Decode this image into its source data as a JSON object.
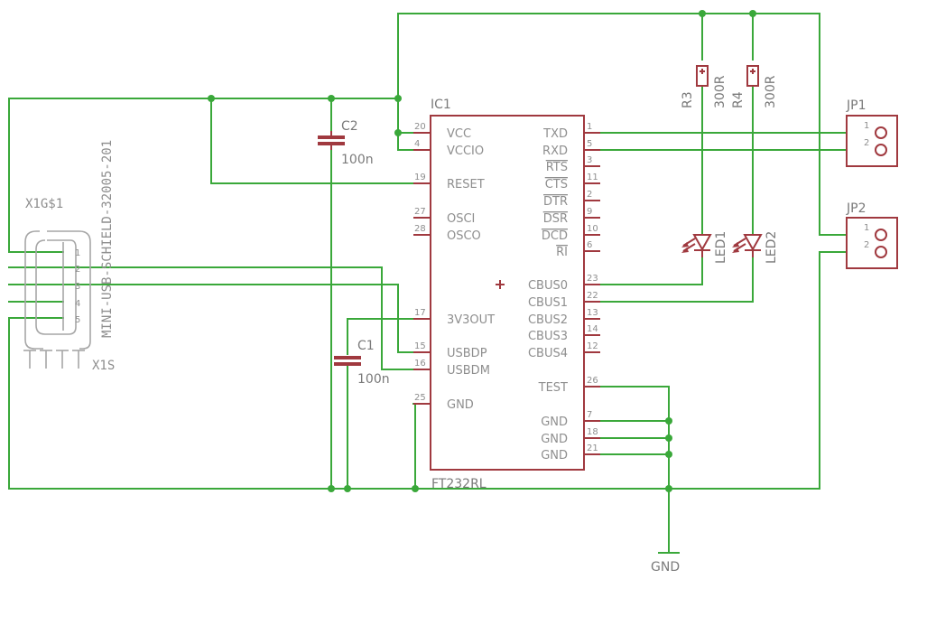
{
  "ic1": {
    "name": "IC1",
    "value": "FT232RL",
    "left_pins": [
      {
        "num": "20",
        "label": "VCC"
      },
      {
        "num": "4",
        "label": "VCCIO"
      },
      {
        "num": "19",
        "label": "RESET"
      },
      {
        "num": "27",
        "label": "OSCI"
      },
      {
        "num": "28",
        "label": "OSCO"
      },
      {
        "num": "17",
        "label": "3V3OUT"
      },
      {
        "num": "15",
        "label": "USBDP"
      },
      {
        "num": "16",
        "label": "USBDM"
      },
      {
        "num": "25",
        "label": "GND"
      }
    ],
    "right_pins": [
      {
        "num": "1",
        "label": "TXD"
      },
      {
        "num": "5",
        "label": "RXD"
      },
      {
        "num": "3",
        "label": "RTS"
      },
      {
        "num": "11",
        "label": "CTS"
      },
      {
        "num": "2",
        "label": "DTR"
      },
      {
        "num": "9",
        "label": "DSR"
      },
      {
        "num": "10",
        "label": "DCD"
      },
      {
        "num": "6",
        "label": "RI"
      },
      {
        "num": "23",
        "label": "CBUS0"
      },
      {
        "num": "22",
        "label": "CBUS1"
      },
      {
        "num": "13",
        "label": "CBUS2"
      },
      {
        "num": "14",
        "label": "CBUS3"
      },
      {
        "num": "12",
        "label": "CBUS4"
      },
      {
        "num": "26",
        "label": "TEST"
      },
      {
        "num": "7",
        "label": "GND"
      },
      {
        "num": "18",
        "label": "GND"
      },
      {
        "num": "21",
        "label": "GND"
      }
    ]
  },
  "c1": {
    "name": "C1",
    "value": "100n"
  },
  "c2": {
    "name": "C2",
    "value": "100n"
  },
  "r3": {
    "name": "R3",
    "value": "300R"
  },
  "r4": {
    "name": "R4",
    "value": "300R"
  },
  "led1": {
    "name": "LED1"
  },
  "led2": {
    "name": "LED2"
  },
  "jp1": {
    "name": "JP1",
    "pins": [
      "1",
      "2"
    ]
  },
  "jp2": {
    "name": "JP2",
    "pins": [
      "1",
      "2"
    ]
  },
  "usb": {
    "name": "X1G$1",
    "shield": "X1S",
    "value": "MINI-USB-SCHIELD-32005-201",
    "pins": [
      "1",
      "2",
      "3",
      "4",
      "5"
    ]
  },
  "gnd": {
    "label": "GND"
  },
  "colors": {
    "wire": "#3aa83a",
    "symbol": "#a0393f",
    "text": "#8e8e8e"
  }
}
